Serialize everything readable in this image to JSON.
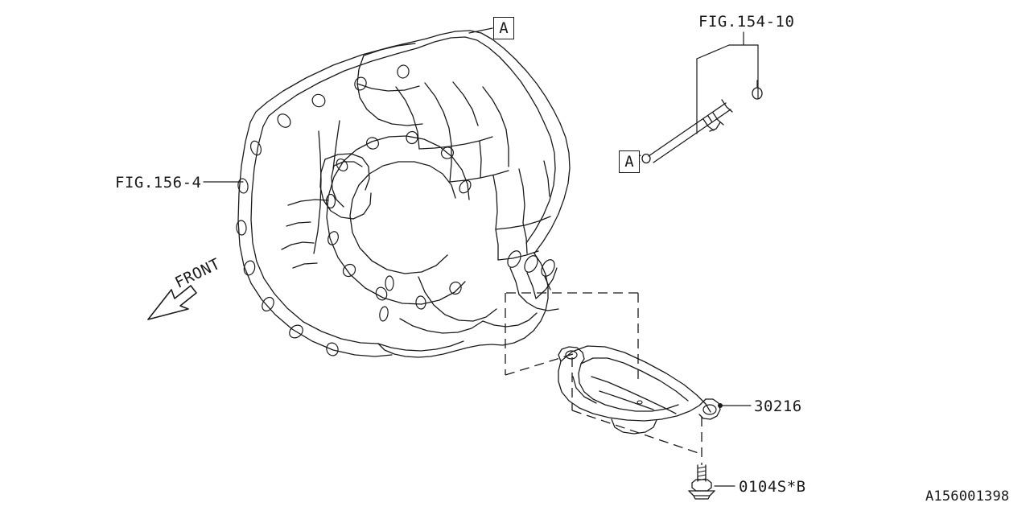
{
  "diagram": {
    "drawing_id": "A156001398",
    "front_arrow_label": "FRONT",
    "line_color": "#1a1a1a",
    "background_color": "#ffffff"
  },
  "callouts": [
    {
      "name": "section-a-top",
      "label": "A"
    },
    {
      "name": "section-a-right",
      "label": "A"
    }
  ],
  "references": [
    {
      "name": "fig-156-4",
      "label": "FIG.156-4"
    },
    {
      "name": "fig-154-10",
      "label": "FIG.154-10"
    }
  ],
  "parts": [
    {
      "name": "cover-plate",
      "number": "30216"
    },
    {
      "name": "flange-bolt",
      "number": "0104S*B"
    }
  ]
}
